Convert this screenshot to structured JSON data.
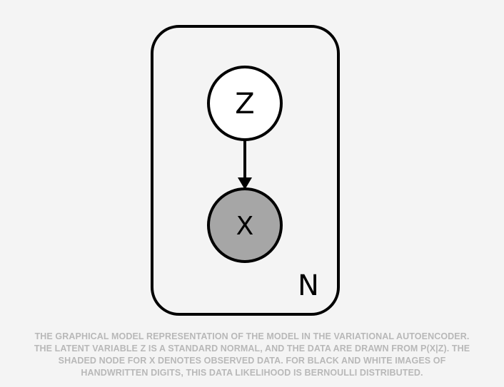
{
  "diagram": {
    "latent_node": {
      "label": "Z",
      "fill": "#ffffff"
    },
    "observed_node": {
      "label": "X",
      "fill": "#a6a6a6"
    },
    "plate": {
      "label": "N"
    },
    "stroke_color": "#000000"
  },
  "caption": {
    "lines": [
      "The graphical model representation of the model in the variational autoencoder.",
      "The latent variable z is a standard normal, and the data are drawn from p(x|z). The",
      "shaded node for X denotes observed data. For black and white images of",
      "handwritten digits, this data likelihood is Bernoulli distributed."
    ]
  }
}
